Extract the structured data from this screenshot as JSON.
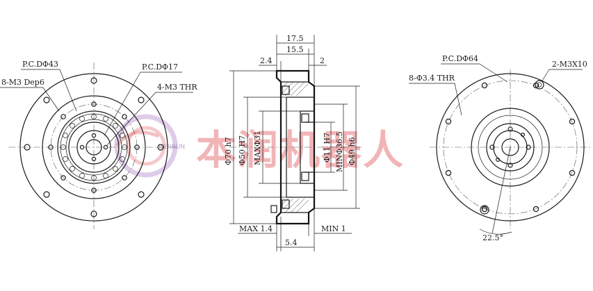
{
  "left_view": {
    "pcd_outer": "P.C.DΦ43",
    "pcd_inner": "P.C.DΦ17",
    "holes_outer": "8-M3 Dep6",
    "holes_inner": "4-M3 THR"
  },
  "middle_view": {
    "dim_top_total": "17.5",
    "dim_top_inner": "15.5",
    "dim_left_step": "2.4",
    "dim_right_step": "2",
    "dia_70": "Φ70 h7",
    "dia_50": "Φ50 H7",
    "dia_31": "MAXΦ31",
    "dia_11": "Φ11 H7",
    "dia_36": "MINΦ36.5",
    "dia_49": "Φ49 h6",
    "dim_max": "MAX 1.4",
    "dim_min": "MIN 1",
    "dim_bottom": "5.4"
  },
  "right_view": {
    "pcd": "P.C.DΦ64",
    "holes": "8-Φ3.4 THR",
    "tapped": "2-M3X10",
    "angle": "22.5°"
  },
  "watermark": {
    "text": "本润机器人",
    "logo_text": "BENRUN"
  }
}
